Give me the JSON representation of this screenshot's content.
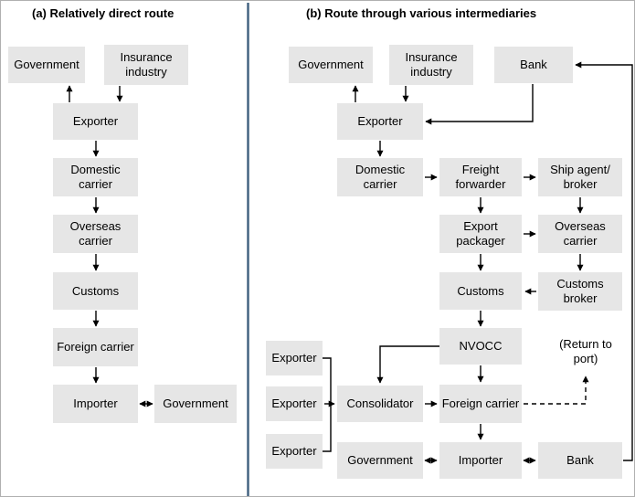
{
  "panel_a": {
    "title": "(a) Relatively direct route",
    "nodes": {
      "government_top": "Government",
      "insurance_industry": "Insurance industry",
      "exporter": "Exporter",
      "domestic_carrier": "Domestic carrier",
      "overseas_carrier": "Overseas carrier",
      "customs": "Customs",
      "foreign_carrier": "Foreign carrier",
      "importer": "Importer",
      "government_bottom": "Government"
    },
    "edges": [
      "exporter → government_top",
      "insurance_industry → exporter",
      "exporter → domestic_carrier",
      "domestic_carrier → overseas_carrier",
      "overseas_carrier → customs",
      "customs → foreign_carrier",
      "foreign_carrier → importer",
      "importer ↔ government_bottom"
    ]
  },
  "panel_b": {
    "title": "(b) Route through various intermediaries",
    "nodes": {
      "government_top": "Government",
      "insurance_industry": "Insurance industry",
      "bank_top": "Bank",
      "exporter": "Exporter",
      "domestic_carrier": "Domestic carrier",
      "freight_forwarder": "Freight forwarder",
      "ship_agent_broker": "Ship agent/ broker",
      "export_packager": "Export packager",
      "overseas_carrier": "Overseas carrier",
      "customs": "Customs",
      "customs_broker": "Customs broker",
      "nvocc": "NVOCC",
      "return_note": "(Return to port)",
      "exporter_1": "Exporter",
      "exporter_2": "Exporter",
      "exporter_3": "Exporter",
      "consolidator": "Consolidator",
      "foreign_carrier": "Foreign carrier",
      "government_bottom": "Government",
      "importer": "Importer",
      "bank_bottom": "Bank"
    },
    "edges": [
      "exporter → government_top",
      "insurance_industry → exporter",
      "bank_top → exporter",
      "bank_bottom → bank_top",
      "exporter → domestic_carrier",
      "domestic_carrier → freight_forwarder",
      "freight_forwarder → ship_agent_broker",
      "freight_forwarder → export_packager",
      "ship_agent_broker → overseas_carrier",
      "export_packager → overseas_carrier",
      "export_packager → customs",
      "overseas_carrier → customs_broker",
      "customs_broker → customs",
      "customs → nvocc",
      "nvocc → foreign_carrier",
      "nvocc → consolidator",
      "exporter_1 → consolidator",
      "exporter_2 → consolidator",
      "exporter_3 → consolidator",
      "consolidator → foreign_carrier",
      "foreign_carrier → importer",
      "foreign_carrier ⇢ return_note (dashed)",
      "government_bottom ↔ importer",
      "importer ↔ bank_bottom"
    ]
  },
  "colors": {
    "background": "#ffffff",
    "node_fill": "#e6e6e6",
    "divider": "#3f5f7d",
    "arrow": "#000000"
  }
}
